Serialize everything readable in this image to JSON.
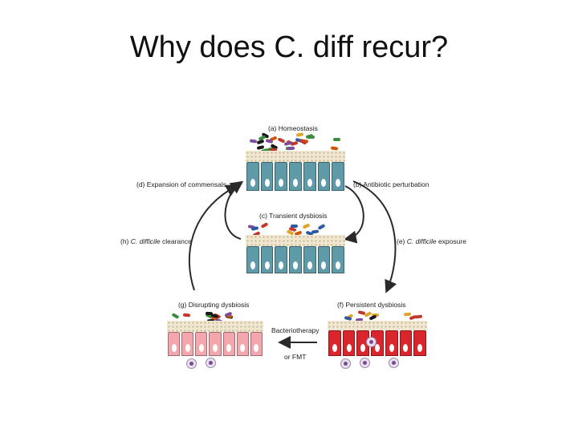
{
  "slide": {
    "title": "Why does C. diff recur?"
  },
  "diagram": {
    "panels": {
      "homeostasis": {
        "label": "(a) Homeostasis",
        "cell_color": "#5f9aa8"
      },
      "transient": {
        "label": "(c) Transient dysbiosis",
        "cell_color": "#5f9aa8"
      },
      "disrupting": {
        "label": "(g) Disrupting dysbiosis",
        "cell_color": "#f3a7ad"
      },
      "persistent": {
        "label": "(f) Persistent dysbiosis",
        "cell_color": "#d9252b"
      }
    },
    "arrows": {
      "expansion_prefix": "(d) Expansion of commensals",
      "antibiotic": "(b) Antibiotic perturbation",
      "clearance_prefix": "(h) ",
      "clearance_italic": "C. difficile",
      "clearance_suffix": " clearance",
      "exposure_prefix": "(e) ",
      "exposure_italic": "C. difficile",
      "exposure_suffix": " exposure",
      "bacteriotherapy_line1": "Bacteriotherapy",
      "bacteriotherapy_line2": "or FMT"
    },
    "colors": {
      "arrow": "#2a2a2a",
      "bug_palette": [
        "#c0392b",
        "#2c5aa0",
        "#e0a526",
        "#3b8c3b",
        "#7b4ea0",
        "#d35400",
        "#1a1a1a"
      ]
    }
  }
}
